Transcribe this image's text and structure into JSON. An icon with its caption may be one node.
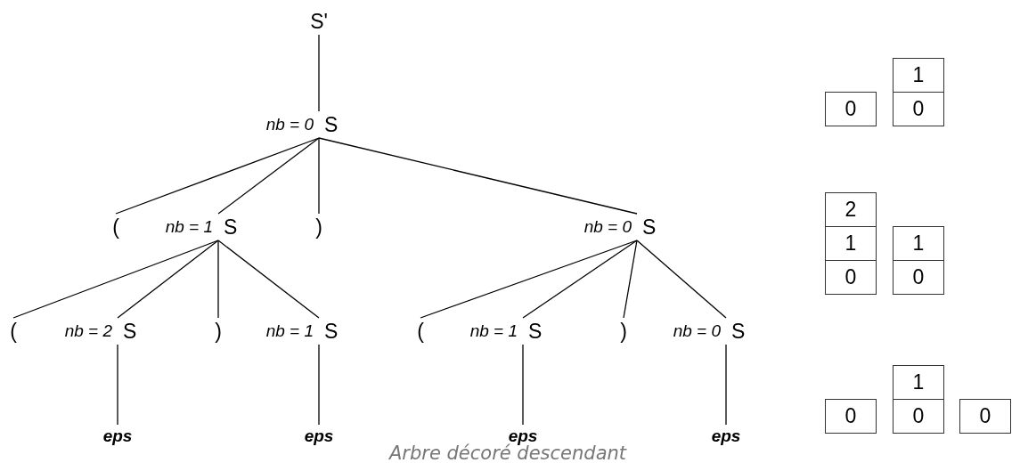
{
  "diagram": {
    "caption": "Arbre décoré descendant",
    "nodes": [
      {
        "text": [
          "S'"
        ]
      },
      {
        "text": [
          "S"
        ],
        "beside": [
          "nb = 0"
        ]
      },
      {
        "text": [
          "("
        ]
      },
      {
        "text": [
          "S"
        ],
        "beside": [
          "nb = 1"
        ]
      },
      {
        "text": [
          ")"
        ]
      },
      {
        "text": [
          "S"
        ],
        "beside": [
          "nb = 0"
        ]
      },
      {
        "text": [
          "("
        ]
      },
      {
        "text": [
          "S"
        ],
        "beside": [
          "nb = 2"
        ]
      },
      {
        "text": [
          ")"
        ]
      },
      {
        "text": [
          "S"
        ],
        "beside": [
          "nb = 1"
        ]
      },
      {
        "text": [
          "("
        ]
      },
      {
        "text": [
          "S"
        ],
        "beside": [
          "nb = 1"
        ]
      },
      {
        "text": [
          ")"
        ]
      },
      {
        "text": [
          "S"
        ],
        "beside": [
          "nb = 0"
        ]
      },
      {
        "text": [
          "eps"
        ]
      },
      {
        "text": [
          "eps"
        ]
      },
      {
        "text": [
          "eps"
        ]
      },
      {
        "text": [
          "eps"
        ]
      },
      {
        "text": [
          "0"
        ]
      },
      {
        "text": [
          "1"
        ]
      },
      {
        "text": [
          "0"
        ]
      },
      {
        "text": [
          "2"
        ]
      },
      {
        "text": [
          "1"
        ]
      },
      {
        "text": [
          "0"
        ]
      },
      {
        "text": [
          "1"
        ]
      },
      {
        "text": [
          "0"
        ]
      },
      {
        "text": [
          "0"
        ]
      },
      {
        "text": [
          "1"
        ]
      },
      {
        "text": [
          "0"
        ]
      },
      {
        "text": [
          "0"
        ]
      }
    ],
    "edges": [
      {
        "from": 0,
        "to": 1,
        "arrow": "none"
      },
      {
        "from": 1,
        "to": 2,
        "arrow": "none"
      },
      {
        "from": 1,
        "to": 3,
        "arrow": "none"
      },
      {
        "from": 1,
        "to": 4,
        "arrow": "none"
      },
      {
        "from": 1,
        "to": 5,
        "arrow": "none"
      },
      {
        "from": 3,
        "to": 6,
        "arrow": "none"
      },
      {
        "from": 3,
        "to": 7,
        "arrow": "none"
      },
      {
        "from": 3,
        "to": 8,
        "arrow": "none"
      },
      {
        "from": 3,
        "to": 9,
        "arrow": "none"
      },
      {
        "from": 5,
        "to": 10,
        "arrow": "none"
      },
      {
        "from": 5,
        "to": 11,
        "arrow": "none"
      },
      {
        "from": 5,
        "to": 12,
        "arrow": "none"
      },
      {
        "from": 5,
        "to": 13,
        "arrow": "none"
      },
      {
        "from": 7,
        "to": 14,
        "arrow": "none"
      },
      {
        "from": 9,
        "to": 15,
        "arrow": "none"
      },
      {
        "from": 11,
        "to": 16,
        "arrow": "none"
      },
      {
        "from": 13,
        "to": 17,
        "arrow": "none"
      }
    ]
  }
}
